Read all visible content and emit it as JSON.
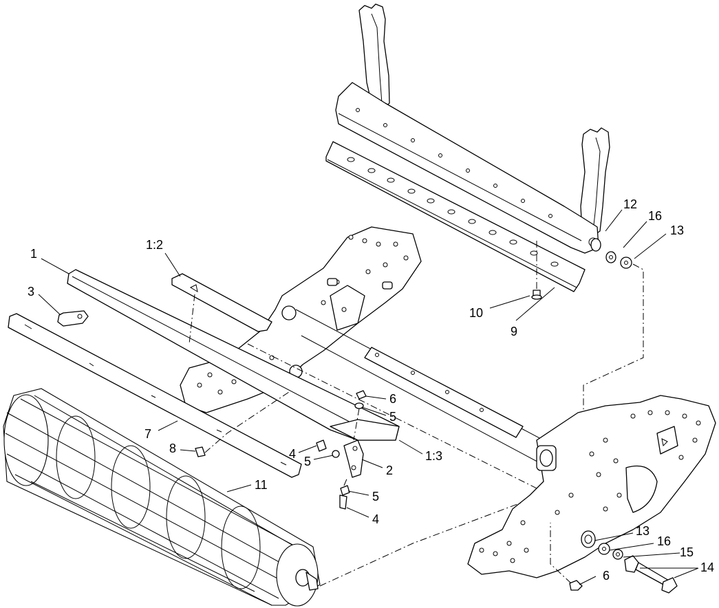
{
  "callouts": [
    {
      "id": "c1",
      "text": "1"
    },
    {
      "id": "c12",
      "text": "1:2"
    },
    {
      "id": "c3",
      "text": "3"
    },
    {
      "id": "c12b",
      "text": "12"
    },
    {
      "id": "c16a",
      "text": "16"
    },
    {
      "id": "c13a",
      "text": "13"
    },
    {
      "id": "c10",
      "text": "10"
    },
    {
      "id": "c9",
      "text": "9"
    },
    {
      "id": "c6a",
      "text": "6"
    },
    {
      "id": "c5a",
      "text": "5"
    },
    {
      "id": "c7",
      "text": "7"
    },
    {
      "id": "c8",
      "text": "8"
    },
    {
      "id": "c4a",
      "text": "4"
    },
    {
      "id": "c5b",
      "text": "5"
    },
    {
      "id": "c13c",
      "text": "1:3"
    },
    {
      "id": "c2",
      "text": "2"
    },
    {
      "id": "c11",
      "text": "11"
    },
    {
      "id": "c5c",
      "text": "5"
    },
    {
      "id": "c4b",
      "text": "4"
    },
    {
      "id": "c13b",
      "text": "13"
    },
    {
      "id": "c16b",
      "text": "16"
    },
    {
      "id": "c15",
      "text": "15"
    },
    {
      "id": "c6b",
      "text": "6"
    },
    {
      "id": "c14",
      "text": "14"
    }
  ]
}
